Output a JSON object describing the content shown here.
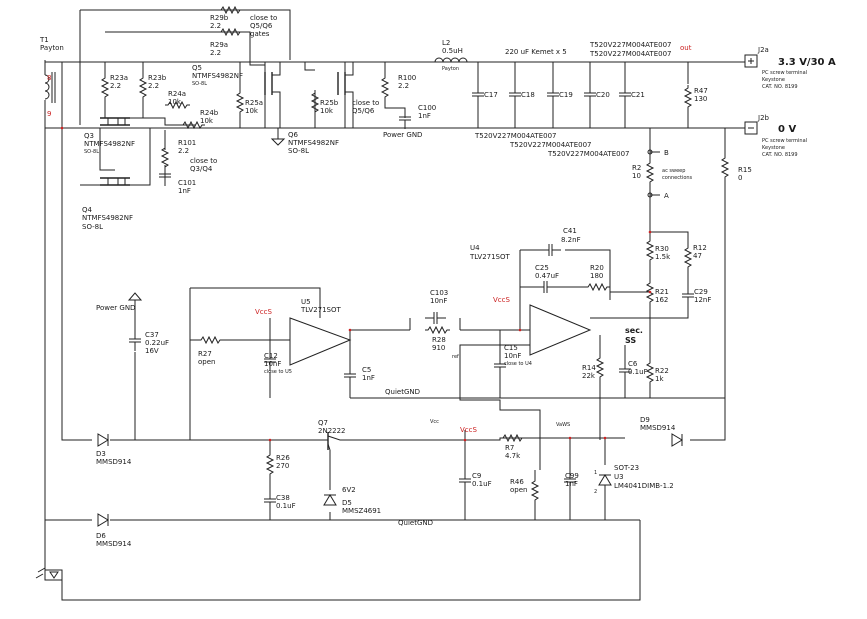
{
  "labels": [
    {
      "id": "t1-ref",
      "text": "T1"
    },
    {
      "id": "t1-val",
      "text": "Payton"
    },
    {
      "id": "t1-p8",
      "text": "8"
    },
    {
      "id": "t1-p9",
      "text": "9"
    },
    {
      "id": "r29b-ref",
      "text": "R29b"
    },
    {
      "id": "r29b-val",
      "text": "2.2"
    },
    {
      "id": "r29a-ref",
      "text": "R29a"
    },
    {
      "id": "r29a-val",
      "text": "2.2"
    },
    {
      "id": "r29-note1",
      "text": "close to"
    },
    {
      "id": "r29-note2",
      "text": "Q5/Q6"
    },
    {
      "id": "r29-note3",
      "text": "gates"
    },
    {
      "id": "r23a-ref",
      "text": "R23a"
    },
    {
      "id": "r23a-val",
      "text": "2.2"
    },
    {
      "id": "r23b-ref",
      "text": "R23b"
    },
    {
      "id": "r23b-val",
      "text": "2.2"
    },
    {
      "id": "q5-ref",
      "text": "Q5"
    },
    {
      "id": "q5-val",
      "text": "NTMFS4982NF"
    },
    {
      "id": "q5-pkg",
      "text": "SO-8L"
    },
    {
      "id": "r24a-ref",
      "text": "R24a"
    },
    {
      "id": "r24a-val",
      "text": "10k"
    },
    {
      "id": "r24b-ref",
      "text": "R24b"
    },
    {
      "id": "r24b-val",
      "text": "10k"
    },
    {
      "id": "r25a-ref",
      "text": "R25a"
    },
    {
      "id": "r25a-val",
      "text": "10k"
    },
    {
      "id": "r25b-ref",
      "text": "R25b"
    },
    {
      "id": "r25b-val",
      "text": "10k"
    },
    {
      "id": "q56-note1",
      "text": "close to"
    },
    {
      "id": "q56-note2",
      "text": "Q5/Q6"
    },
    {
      "id": "q6-ref",
      "text": "Q6"
    },
    {
      "id": "q6-val",
      "text": "NTMFS4982NF"
    },
    {
      "id": "q6-pkg",
      "text": "SO-8L"
    },
    {
      "id": "q3-ref",
      "text": "Q3"
    },
    {
      "id": "q3-val",
      "text": "NTMFS4982NF"
    },
    {
      "id": "q3-pkg",
      "text": "SO-8L"
    },
    {
      "id": "r101-ref",
      "text": "R101"
    },
    {
      "id": "r101-val",
      "text": "2.2"
    },
    {
      "id": "q34-note1",
      "text": "close to"
    },
    {
      "id": "q34-note2",
      "text": "Q3/Q4"
    },
    {
      "id": "c101-ref",
      "text": "C101"
    },
    {
      "id": "c101-val",
      "text": "1nF"
    },
    {
      "id": "q4-ref",
      "text": "Q4"
    },
    {
      "id": "q4-val",
      "text": "NTMFS4982NF"
    },
    {
      "id": "q4-pkg",
      "text": "SO-8L"
    },
    {
      "id": "l2-ref",
      "text": "L2"
    },
    {
      "id": "l2-val",
      "text": "0.5uH"
    },
    {
      "id": "l2-mfr",
      "text": "Payton"
    },
    {
      "id": "r100-ref",
      "text": "R100"
    },
    {
      "id": "r100-val",
      "text": "2.2"
    },
    {
      "id": "c100-ref",
      "text": "C100"
    },
    {
      "id": "c100-val",
      "text": "1nF"
    },
    {
      "id": "pgnd1",
      "text": "Power GND"
    },
    {
      "id": "kemet",
      "text": "220 uF Kemet x 5"
    },
    {
      "id": "t520-top1",
      "text": "T520V227M004ATE007"
    },
    {
      "id": "t520-top2",
      "text": "T520V227M004ATE007"
    },
    {
      "id": "t520-bot1",
      "text": "T520V227M004ATE007"
    },
    {
      "id": "t520-bot2",
      "text": "T520V227M004ATE007"
    },
    {
      "id": "t520-bot3",
      "text": "T520V227M004ATE007"
    },
    {
      "id": "c17",
      "text": "C17"
    },
    {
      "id": "c18",
      "text": "C18"
    },
    {
      "id": "c19",
      "text": "C19"
    },
    {
      "id": "c20",
      "text": "C20"
    },
    {
      "id": "c21",
      "text": "C21"
    },
    {
      "id": "out-label",
      "text": "out"
    },
    {
      "id": "r47-ref",
      "text": "R47"
    },
    {
      "id": "r47-val",
      "text": "130"
    },
    {
      "id": "j2a-ref",
      "text": "J2a"
    },
    {
      "id": "j2a-volt",
      "text": "3.3 V/30 A"
    },
    {
      "id": "j2a-d1",
      "text": "PC screw terminal"
    },
    {
      "id": "j2a-d2",
      "text": "Keystone"
    },
    {
      "id": "j2a-d3",
      "text": "CAT. NO. 8199"
    },
    {
      "id": "j2b-ref",
      "text": "J2b"
    },
    {
      "id": "j2b-volt",
      "text": "0 V"
    },
    {
      "id": "j2b-d1",
      "text": "PC screw terminal"
    },
    {
      "id": "j2b-d2",
      "text": "Keystone"
    },
    {
      "id": "j2b-d3",
      "text": "CAT. NO. 8199"
    },
    {
      "id": "r2-ref",
      "text": "R2"
    },
    {
      "id": "r2-val",
      "text": "10"
    },
    {
      "id": "ac-sweep1",
      "text": "ac sweep"
    },
    {
      "id": "ac-sweep2",
      "text": "connections"
    },
    {
      "id": "tp-b",
      "text": "B"
    },
    {
      "id": "tp-a",
      "text": "A"
    },
    {
      "id": "r15-ref",
      "text": "R15"
    },
    {
      "id": "r15-val",
      "text": "0"
    },
    {
      "id": "c41-ref",
      "text": "C41"
    },
    {
      "id": "c41-val",
      "text": "8.2nF"
    },
    {
      "id": "u4-ref",
      "text": "U4"
    },
    {
      "id": "u4-val",
      "text": "TLV271SOT"
    },
    {
      "id": "c25-ref",
      "text": "C25"
    },
    {
      "id": "c25-val",
      "text": "0.47uF"
    },
    {
      "id": "r20-ref",
      "text": "R20"
    },
    {
      "id": "r20-val",
      "text": "180"
    },
    {
      "id": "r30-ref",
      "text": "R30"
    },
    {
      "id": "r30-val",
      "text": "1.5k"
    },
    {
      "id": "r12-ref",
      "text": "R12"
    },
    {
      "id": "r12-val",
      "text": "47"
    },
    {
      "id": "r21-ref",
      "text": "R21"
    },
    {
      "id": "r21-val",
      "text": "162"
    },
    {
      "id": "c29-ref",
      "text": "C29"
    },
    {
      "id": "c29-val",
      "text": "12nF"
    },
    {
      "id": "pgnd2",
      "text": "Power GND"
    },
    {
      "id": "vccs1",
      "text": "VccS"
    },
    {
      "id": "u5-ref",
      "text": "U5"
    },
    {
      "id": "u5-val",
      "text": "TLV271SOT"
    },
    {
      "id": "c103-ref",
      "text": "C103"
    },
    {
      "id": "c103-val",
      "text": "10nF"
    },
    {
      "id": "vccs2",
      "text": "VccS"
    },
    {
      "id": "sec-label",
      "text": "sec."
    },
    {
      "id": "ss-label",
      "text": "SS"
    },
    {
      "id": "c37-ref",
      "text": "C37"
    },
    {
      "id": "c37-val",
      "text": "0.22uF"
    },
    {
      "id": "c37-volt",
      "text": "16V"
    },
    {
      "id": "r27-ref",
      "text": "R27"
    },
    {
      "id": "r27-val",
      "text": "open"
    },
    {
      "id": "c12-ref",
      "text": "C12"
    },
    {
      "id": "c12-val",
      "text": "10nF"
    },
    {
      "id": "c12-note",
      "text": "close to U5"
    },
    {
      "id": "c5-ref",
      "text": "C5"
    },
    {
      "id": "c5-val",
      "text": "1nF"
    },
    {
      "id": "r28-ref",
      "text": "R28"
    },
    {
      "id": "r28-val",
      "text": "910"
    },
    {
      "id": "c15-ref",
      "text": "C15"
    },
    {
      "id": "c15-val",
      "text": "10nF"
    },
    {
      "id": "c15-note",
      "text": "close to U4"
    },
    {
      "id": "r14-ref",
      "text": "R14"
    },
    {
      "id": "r14-val",
      "text": "22k"
    },
    {
      "id": "c6-ref",
      "text": "C6"
    },
    {
      "id": "c6-val",
      "text": "0.1uF"
    },
    {
      "id": "r22-ref",
      "text": "R22"
    },
    {
      "id": "r22-val",
      "text": "1k"
    },
    {
      "id": "qgnd1",
      "text": "QuietGND"
    },
    {
      "id": "ref-label",
      "text": "ref"
    },
    {
      "id": "q7-ref",
      "text": "Q7"
    },
    {
      "id": "q7-val",
      "text": "2N2222"
    },
    {
      "id": "vcc-label",
      "text": "Vcc"
    },
    {
      "id": "vccs3",
      "text": "VccS"
    },
    {
      "id": "vaws-label",
      "text": "VaWS"
    },
    {
      "id": "d9-ref",
      "text": "D9"
    },
    {
      "id": "d9-val",
      "text": "MMSD914"
    },
    {
      "id": "d3-ref",
      "text": "D3"
    },
    {
      "id": "d3-val",
      "text": "MMSD914"
    },
    {
      "id": "r26-ref",
      "text": "R26"
    },
    {
      "id": "r26-val",
      "text": "270"
    },
    {
      "id": "c38-ref",
      "text": "C38"
    },
    {
      "id": "c38-val",
      "text": "0.1uF"
    },
    {
      "id": "z6v2",
      "text": "6V2"
    },
    {
      "id": "d5-ref",
      "text": "D5"
    },
    {
      "id": "d5-val",
      "text": "MMSZ4691"
    },
    {
      "id": "r7-ref",
      "text": "R7"
    },
    {
      "id": "r7-val",
      "text": "4.7k"
    },
    {
      "id": "c9-ref",
      "text": "C9"
    },
    {
      "id": "c9-val",
      "text": "0.1uF"
    },
    {
      "id": "r46-ref",
      "text": "R46"
    },
    {
      "id": "r46-val",
      "text": "open"
    },
    {
      "id": "c99-ref",
      "text": "C99"
    },
    {
      "id": "c99-val",
      "text": "1nF"
    },
    {
      "id": "sot23",
      "text": "SOT-23"
    },
    {
      "id": "u3-ref",
      "text": "U3"
    },
    {
      "id": "u3-val",
      "text": "LM4041DIMB-1.2"
    },
    {
      "id": "d6-ref",
      "text": "D6"
    },
    {
      "id": "d6-val",
      "text": "MMSD914"
    },
    {
      "id": "qgnd2",
      "text": "QuietGND"
    },
    {
      "id": "u3-p1",
      "text": "1"
    },
    {
      "id": "u3-p2",
      "text": "2"
    }
  ]
}
